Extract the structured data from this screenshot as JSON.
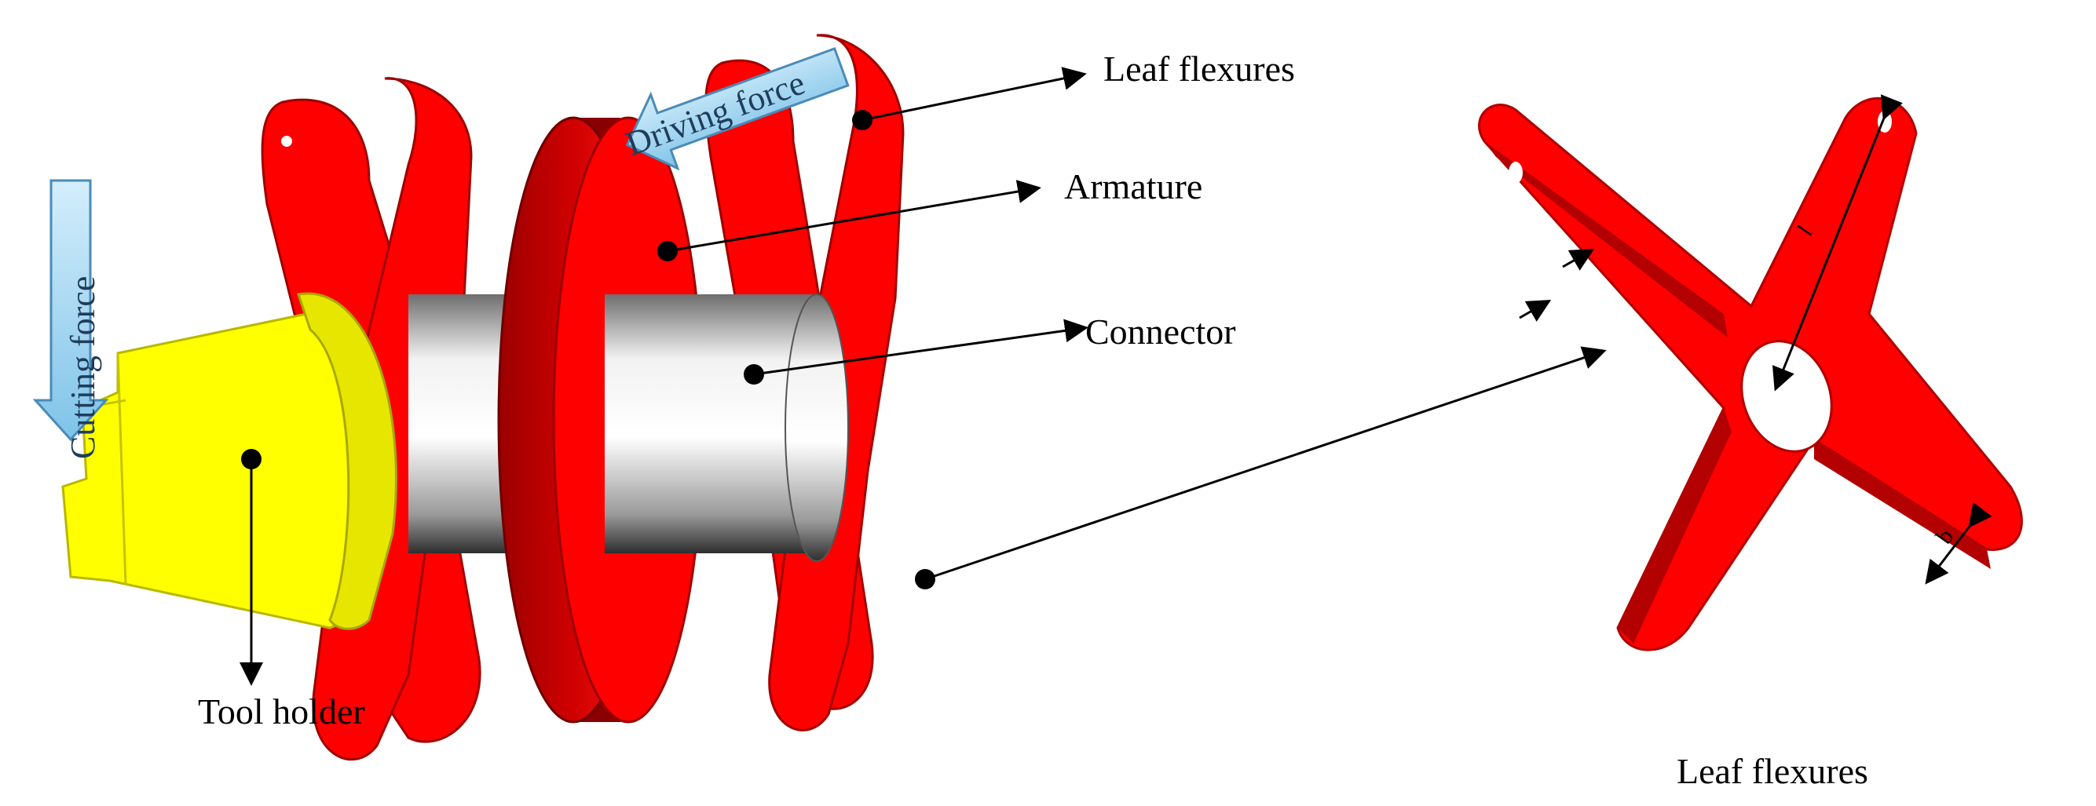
{
  "labels": {
    "leaf_flexures_top": "Leaf flexures",
    "armature": "Armature",
    "connector": "Connector",
    "tool_holder": "Tool holder",
    "leaf_flexures_bottom": "Leaf flexures",
    "driving_force": "Driving force",
    "cutting_force": "Cutting force",
    "dim_l": "l",
    "dim_b": "b"
  },
  "colors": {
    "flexure_red": "#ff0000",
    "flexure_dark": "#b30000",
    "tool_yellow": "#ffff00",
    "connector_gray": "#c8c8c8",
    "force_arrow": "#9fd4f0"
  }
}
